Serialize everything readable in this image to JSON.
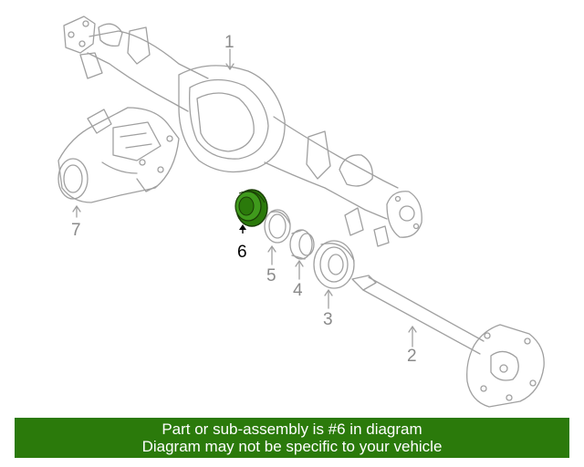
{
  "diagram": {
    "callouts": {
      "c1": "1",
      "c2": "2",
      "c3": "3",
      "c4": "4",
      "c5": "5",
      "c6": "6",
      "c7": "7"
    },
    "highlighted_part": "6",
    "highlight_color": "#2b7a0b",
    "line_color": "#a0a0a0"
  },
  "banner": {
    "line1": "Part or sub-assembly is #6 in diagram",
    "line2": "Diagram may not be specific to your vehicle",
    "background": "#2b7a0b"
  }
}
